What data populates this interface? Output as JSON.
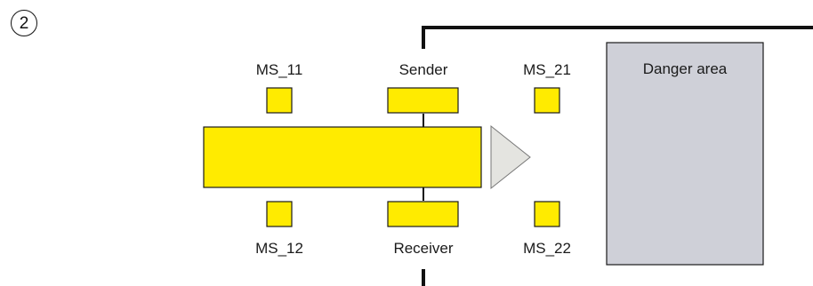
{
  "step_number": "2",
  "danger_area": {
    "label": "Danger area",
    "fill": "#cfd0d8"
  },
  "object": {
    "fill": "#ffeb00",
    "stroke": "#1a1a1a"
  },
  "direction_arrow": {
    "fill": "#e4e4e0"
  },
  "sensors": {
    "ms_11": {
      "label": "MS_11"
    },
    "ms_12": {
      "label": "MS_12"
    },
    "ms_21": {
      "label": "MS_21"
    },
    "ms_22": {
      "label": "MS_22"
    },
    "sender": {
      "label": "Sender"
    },
    "receiver": {
      "label": "Receiver"
    }
  },
  "colors": {
    "sensor_fill": "#ffeb00",
    "line": "#111111"
  }
}
